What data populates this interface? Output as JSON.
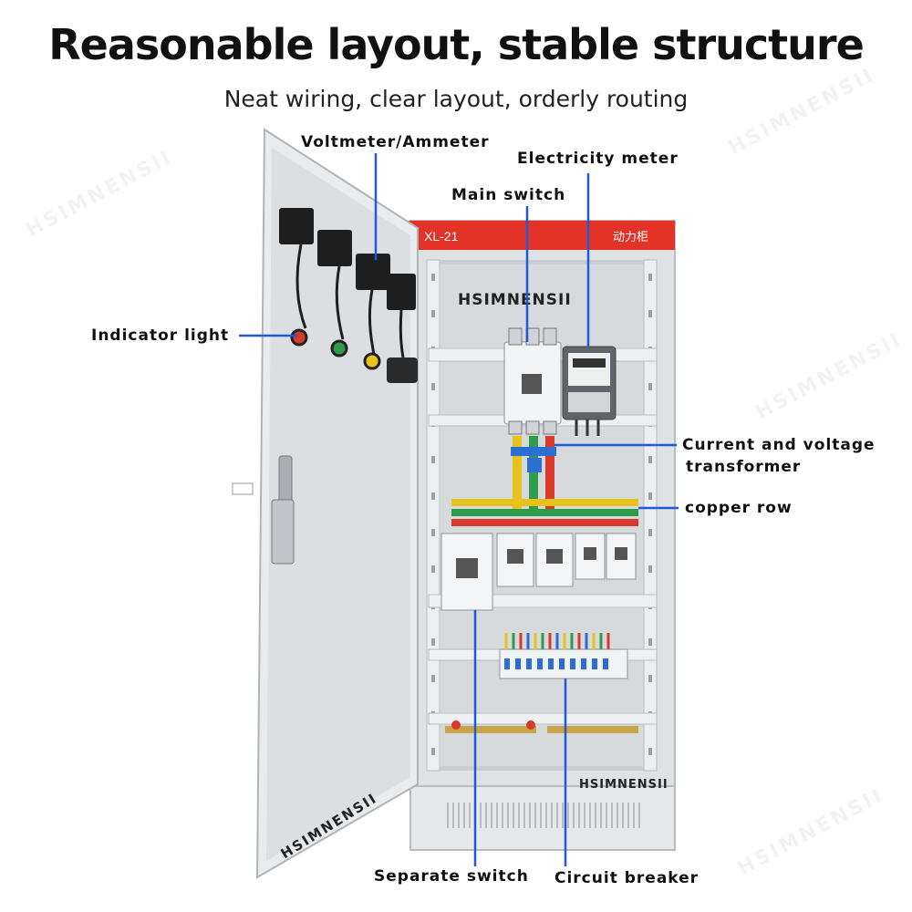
{
  "header": {
    "title": "Reasonable layout, stable structure",
    "subtitle": "Neat wiring, clear layout, orderly routing"
  },
  "cabinet": {
    "model_label": "XL-21",
    "type_label": "动力柜",
    "brand_inner": "HSIMNENSII",
    "brand_base": "HSIMNENSII",
    "brand_door": "HSIMNENSII"
  },
  "callouts": {
    "voltmeter": "Voltmeter/Ammeter",
    "electricity_meter": "Electricity meter",
    "main_switch": "Main switch",
    "indicator_light": "Indicator light",
    "transformer_line1": "Current and voltage",
    "transformer_line2": "transformer",
    "copper_row": "copper row",
    "separate_switch": "Separate switch",
    "circuit_breaker": "Circuit breaker"
  },
  "watermark": "HSIMNENSII",
  "colors": {
    "accent_red": "#e33226",
    "leader_blue": "#1f5bd6",
    "busbar_yellow": "#e8c21c",
    "busbar_green": "#2f9a4a",
    "busbar_red": "#d8392b",
    "cabinet_gray": "#e4e6e8"
  }
}
